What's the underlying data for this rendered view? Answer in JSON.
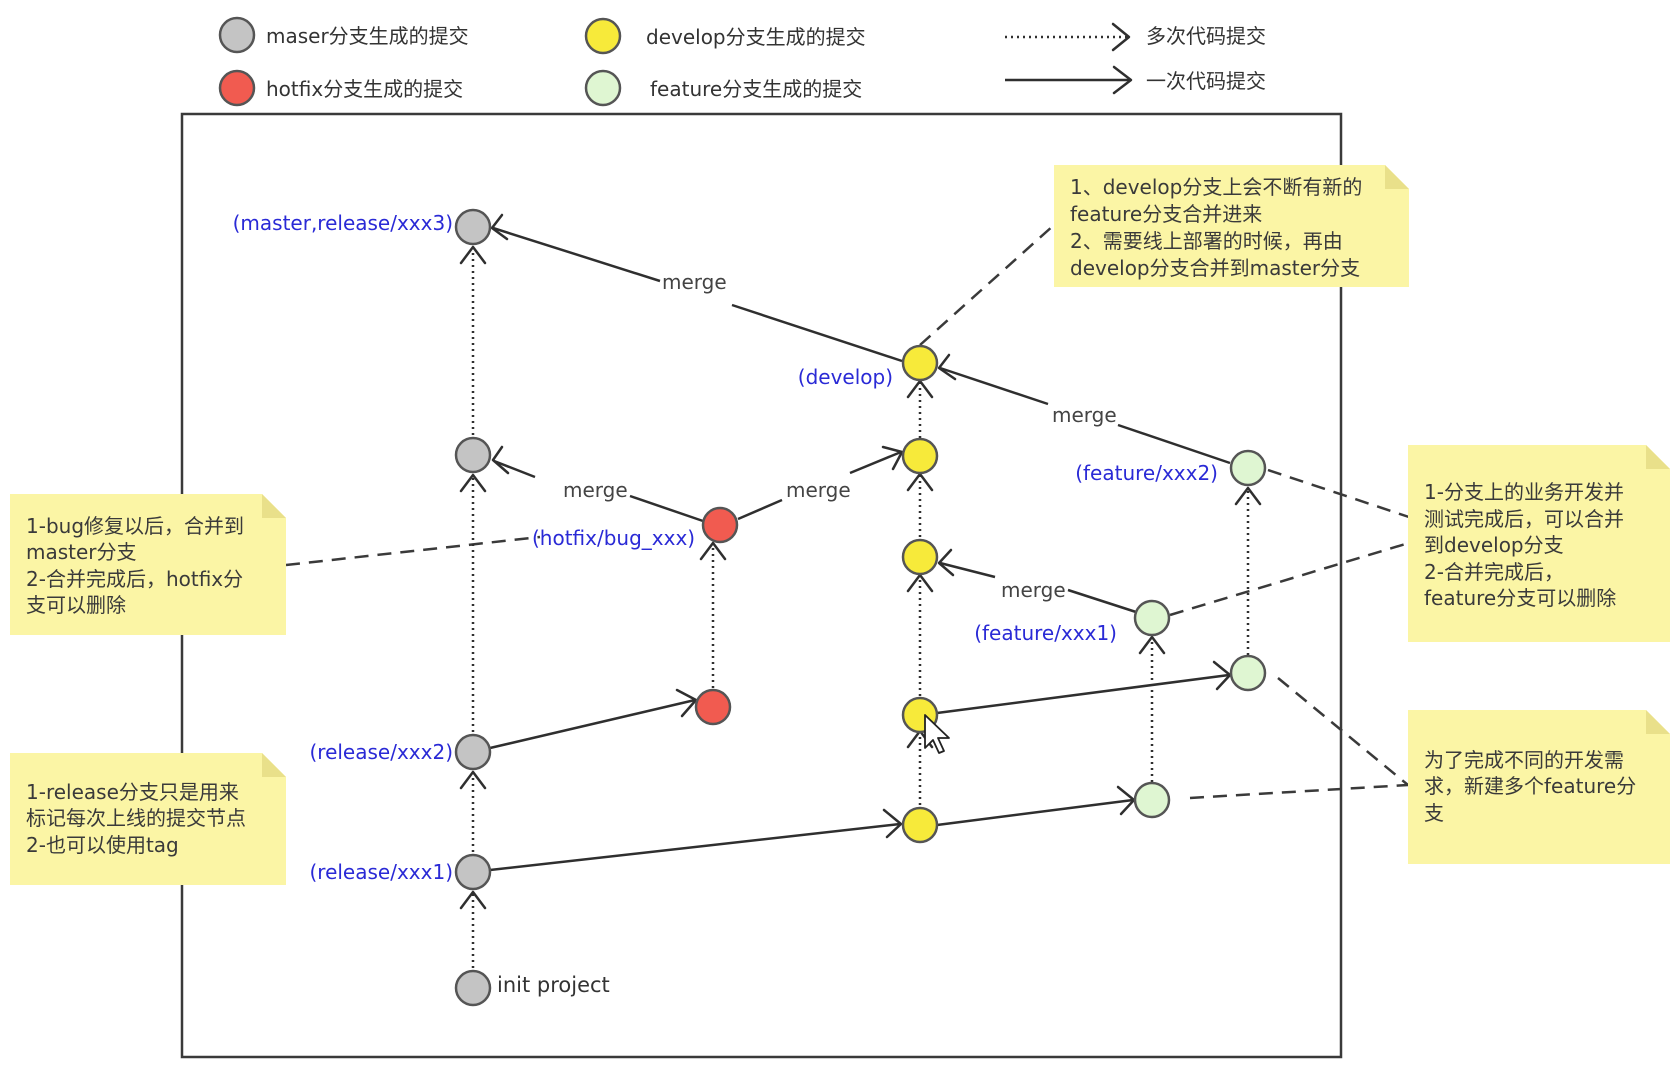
{
  "colors": {
    "master": "#c4c4c4",
    "hotfix": "#f15b50",
    "develop": "#f7ea3a",
    "feature": "#dff6d2",
    "note": "#fbf5a5",
    "label": "#2a2ad6"
  },
  "legend": {
    "master": "maser分支生成的提交",
    "hotfix": "hotfix分支生成的提交",
    "develop": "develop分支生成的提交",
    "feature": "feature分支生成的提交",
    "multi_commit": "多次代码提交",
    "single_commit": "一次代码提交"
  },
  "labels": {
    "master_release3": "(master,release/xxx3)",
    "release2": "(release/xxx2)",
    "release1": "(release/xxx1)",
    "init": "init project",
    "develop": "(develop)",
    "hotfix": "(hotfix/bug_xxx)",
    "feature2": "(feature/xxx2)",
    "feature1": "(feature/xxx1)"
  },
  "merge_label": "merge",
  "notes": {
    "develop": [
      "1、develop分支上会不断有新的",
      "feature分支合并进来",
      "2、需要线上部署的时候，再由",
      "develop分支合并到master分支"
    ],
    "hotfix": [
      "1-bug修复以后，合并到",
      "master分支",
      "2-合并完成后，hotfix分",
      "支可以删除"
    ],
    "release": [
      "1-release分支只是用来",
      "标记每次上线的提交节点",
      "2-也可以使用tag"
    ],
    "feature_merge": [
      "1-分支上的业务开发并",
      "测试完成后，可以合并",
      "到develop分支",
      "2-合并完成后，",
      "feature分支可以删除"
    ],
    "feature_create": [
      "为了完成不同的开发需",
      "求，新建多个feature分",
      "支"
    ]
  }
}
